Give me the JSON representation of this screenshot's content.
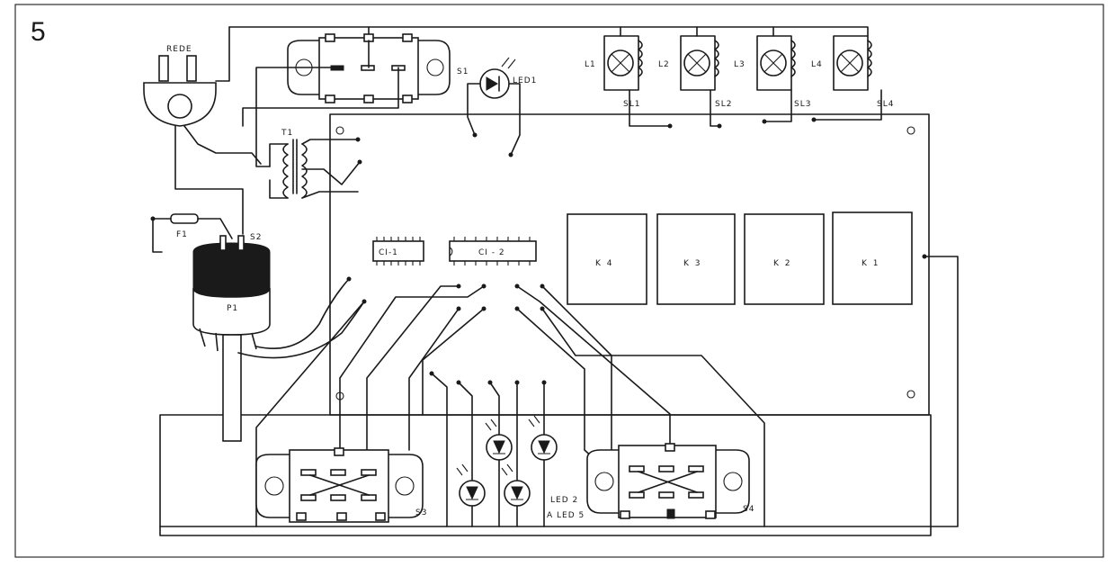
{
  "figure": {
    "number": "5",
    "labels": {
      "rede": "REDE",
      "s1": "S1",
      "led1": "LED1",
      "t1": "T1",
      "f1": "F1",
      "s2": "S2",
      "p1": "P1",
      "ci1": "CI-1",
      "ci2": "CI - 2",
      "s3": "S3",
      "s4": "S4",
      "led2_line1": "LED 2",
      "led2_line2": "A LED 5"
    },
    "lamps": [
      {
        "lamp": "L1",
        "coil": "SL1"
      },
      {
        "lamp": "L2",
        "coil": "SL2"
      },
      {
        "lamp": "L3",
        "coil": "SL3"
      },
      {
        "lamp": "L4",
        "coil": "SL4"
      }
    ],
    "relays": [
      "K 4",
      "K 3",
      "K 2",
      "K 1"
    ]
  },
  "colors": {
    "ink": "#1a1a1a",
    "paper": "#ffffff"
  }
}
